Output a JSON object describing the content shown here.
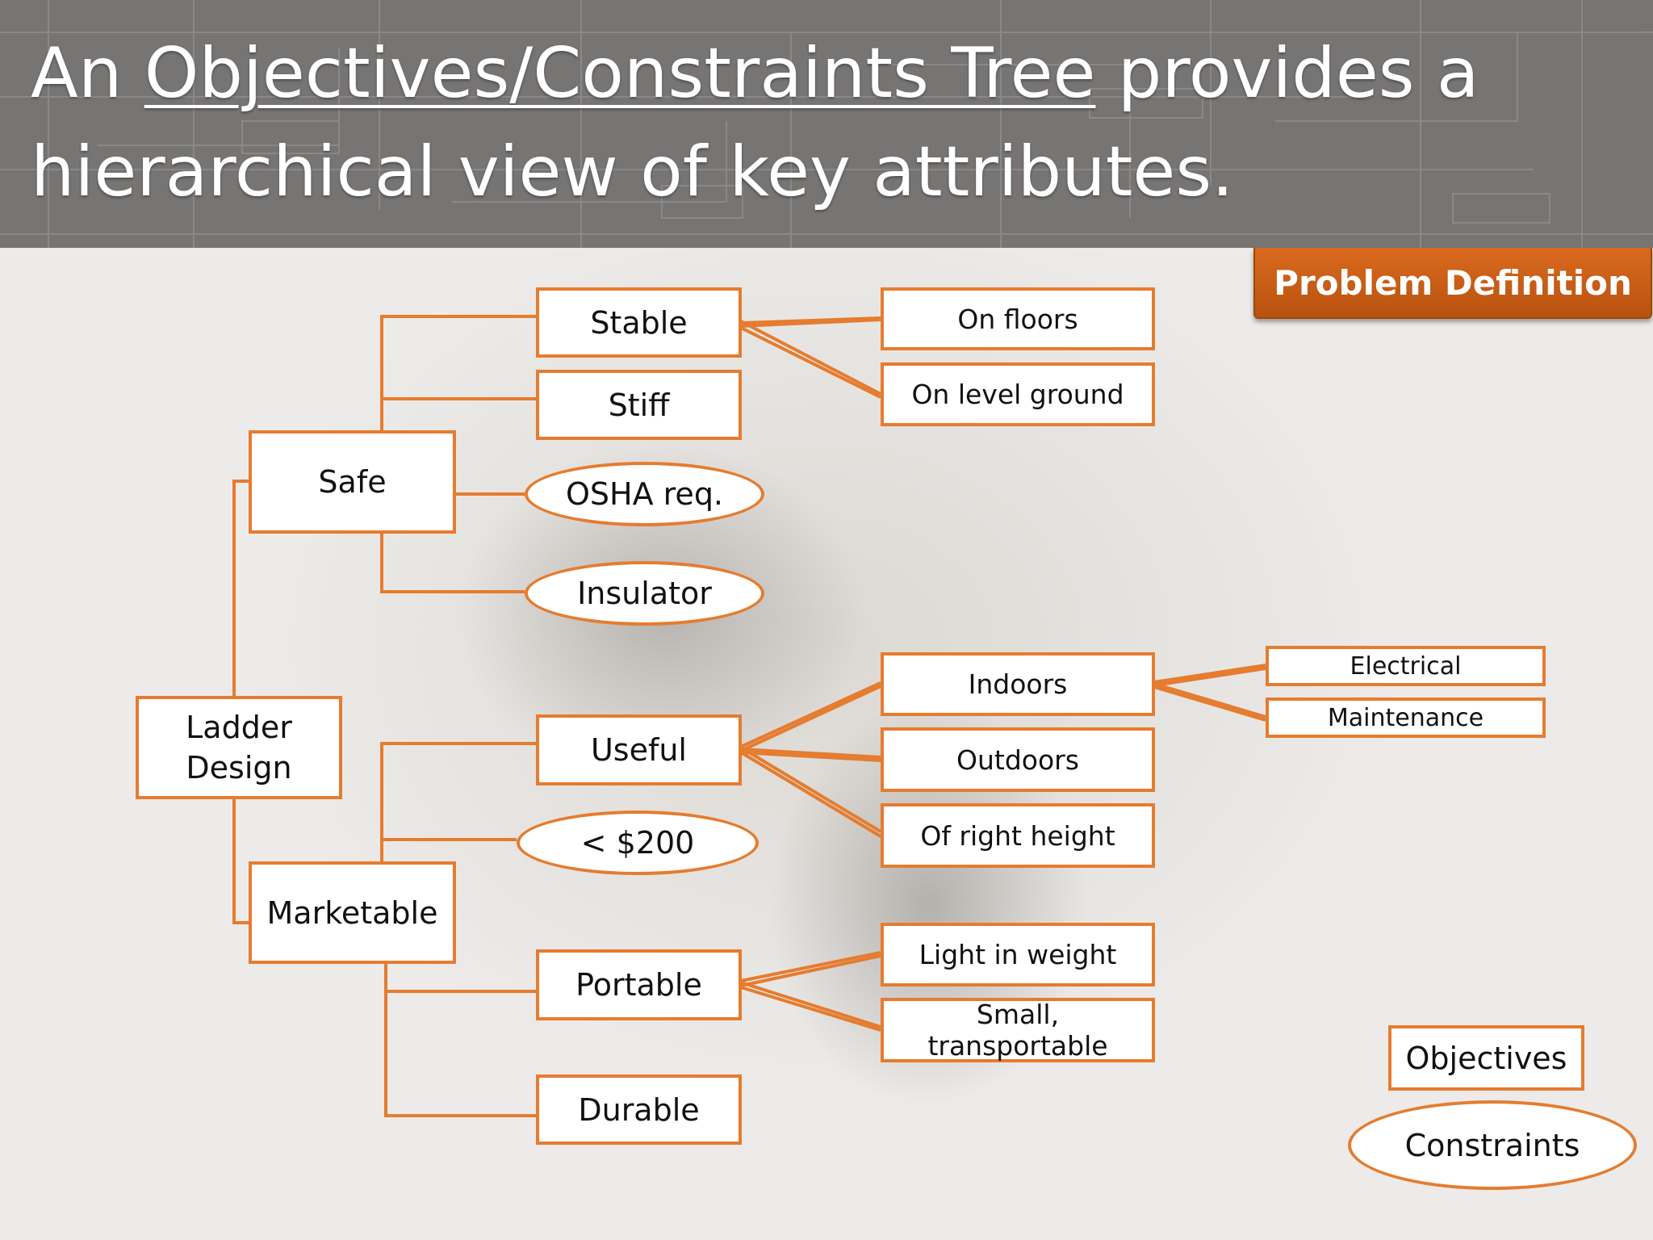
{
  "title": {
    "prefix": "An",
    "underlined": "Objectives/Constraints Tree",
    "suffix": "provides a hierarchical view of key attributes."
  },
  "badge": "Problem Definition",
  "tree": {
    "root": "Ladder Design",
    "safe": "Safe",
    "marketable": "Marketable",
    "stable": "Stable",
    "stiff": "Stiff",
    "osha": "OSHA req.",
    "insulator": "Insulator",
    "useful": "Useful",
    "under200": "< $200",
    "portable": "Portable",
    "durable": "Durable",
    "on_floors": "On floors",
    "on_level_ground": "On level ground",
    "indoors": "Indoors",
    "outdoors": "Outdoors",
    "right_height": "Of right height",
    "light_weight": "Light in weight",
    "small_transportable": "Small, transportable",
    "electrical": "Electrical",
    "maintenance": "Maintenance"
  },
  "legend": {
    "objectives": "Objectives",
    "constraints": "Constraints"
  },
  "colors": {
    "accent": "#e57c2f",
    "badge": "#c95f14",
    "banner": "#777574"
  }
}
